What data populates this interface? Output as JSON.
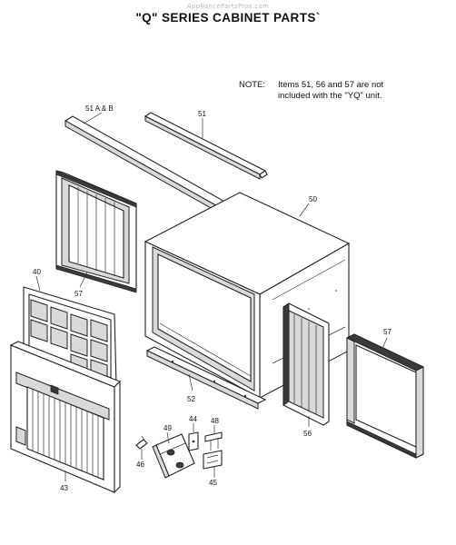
{
  "watermark": "AppliancePartsPros.com",
  "title": "\"Q\" SERIES CABINET PARTS`",
  "note": {
    "label": "NOTE:",
    "line1": "Items 51, 56 and 57 are not",
    "line2": "included with the \"YQ\" unit."
  },
  "callouts": {
    "p51ab": "51 A & B",
    "p51": "51",
    "p50": "50",
    "p40": "40",
    "p57_left": "57",
    "p57_right": "57",
    "p52": "52",
    "p56": "56",
    "p44": "44",
    "p48": "48",
    "p49": "49",
    "p46": "46",
    "p45": "45",
    "p43": "43"
  }
}
